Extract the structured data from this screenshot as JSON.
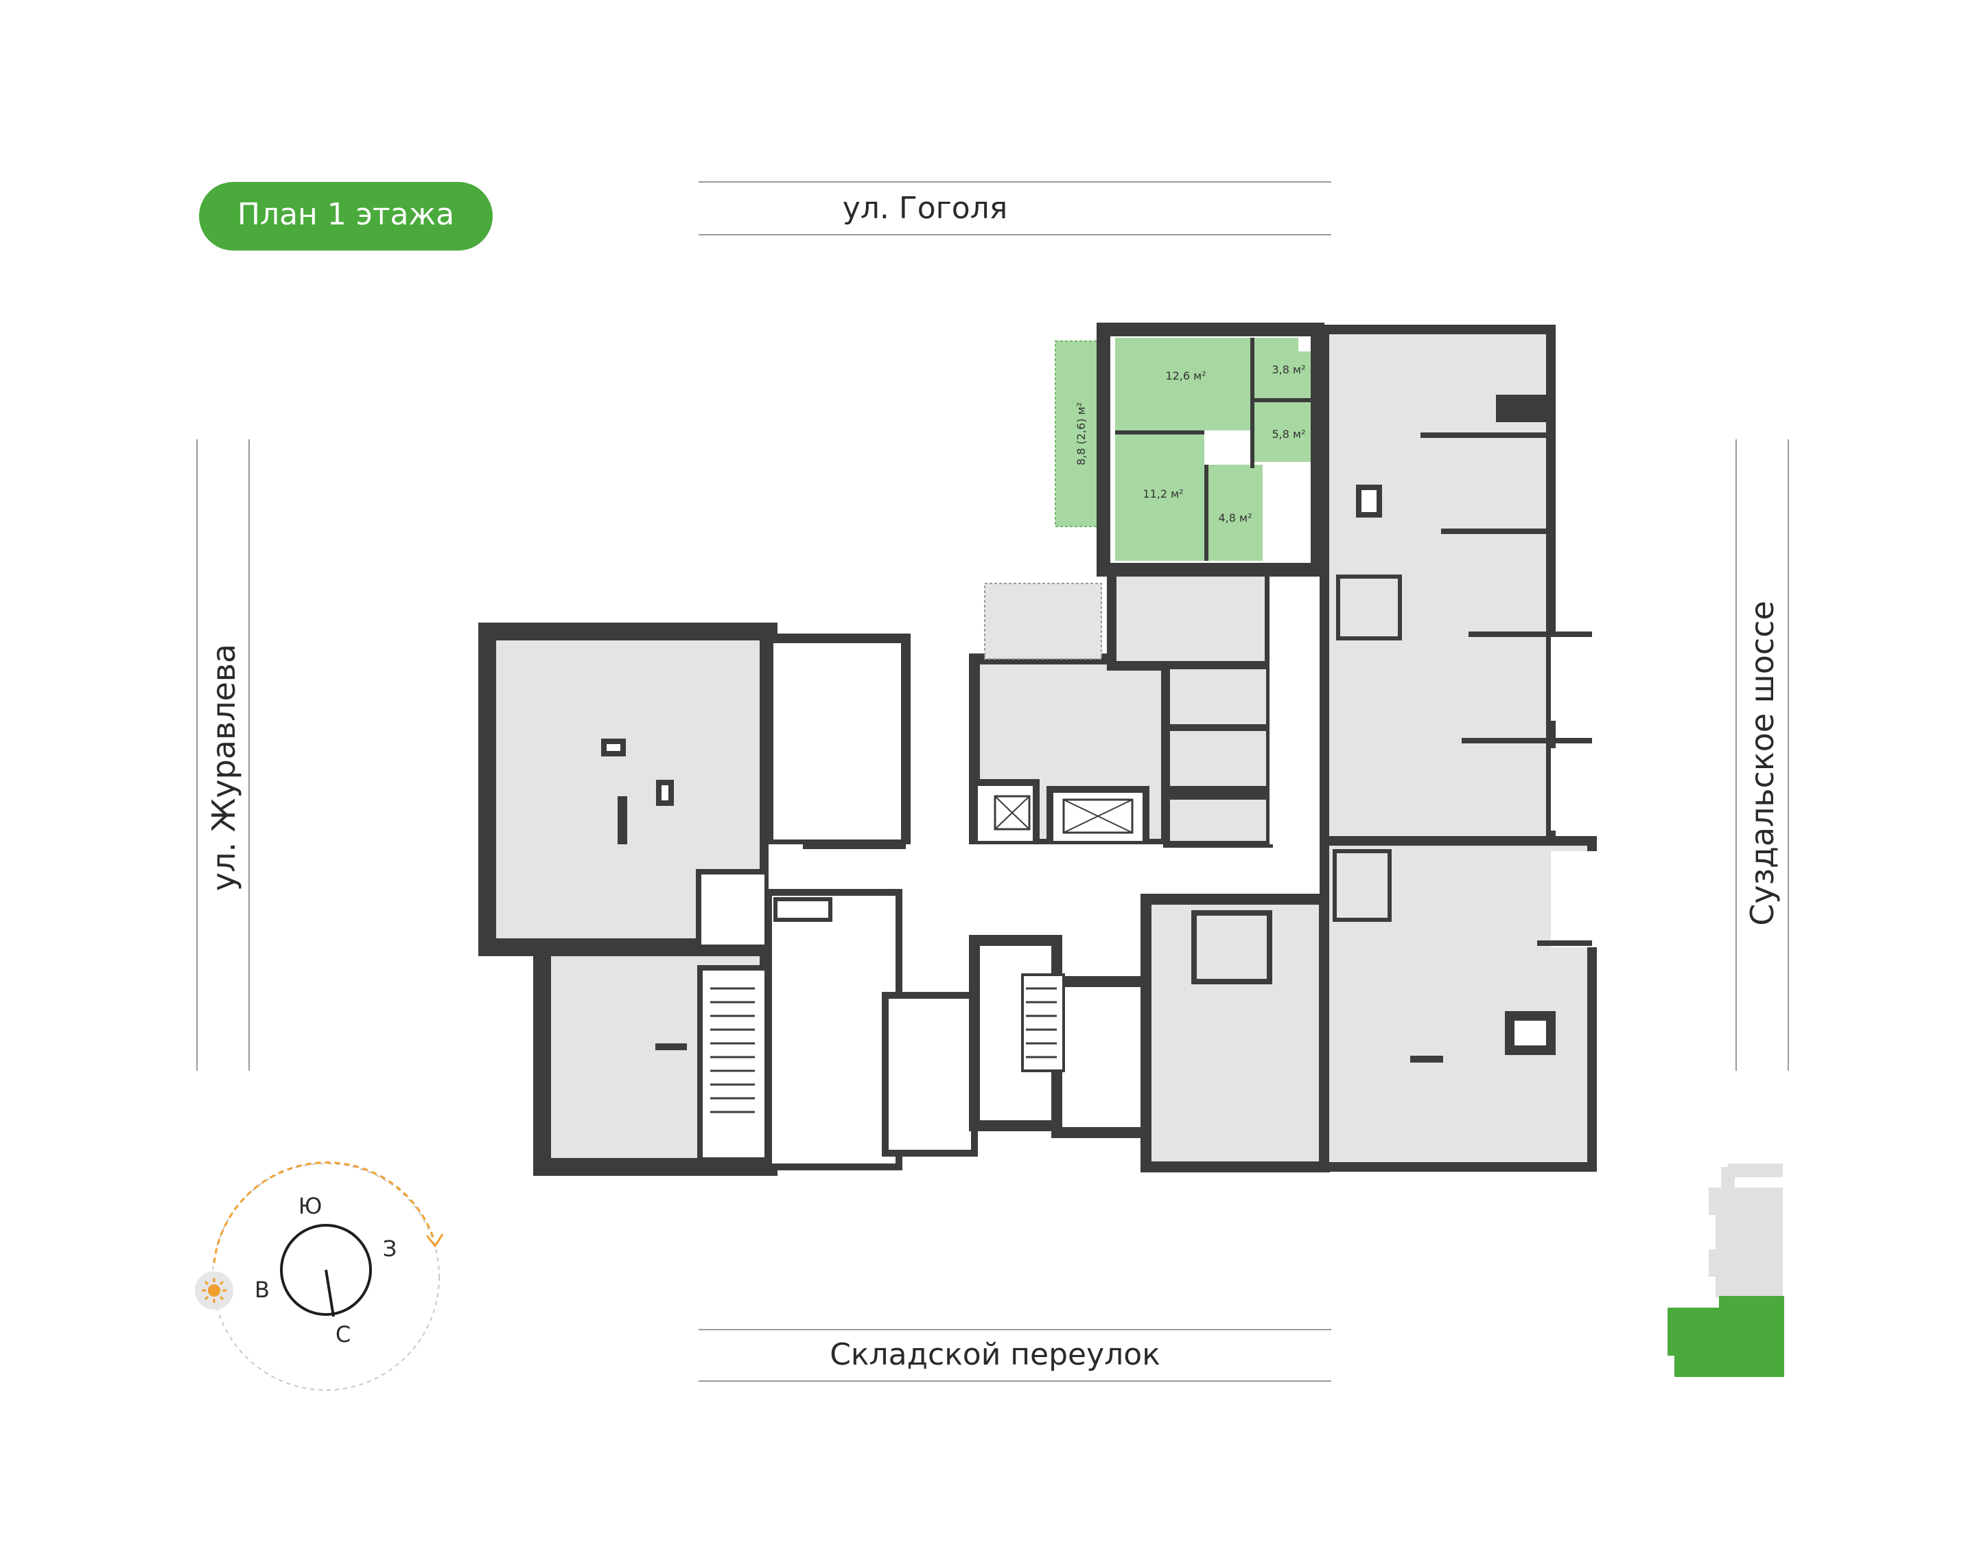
{
  "badge": {
    "label": "План 1 этажа",
    "color": "#4aaa3c"
  },
  "streets": {
    "north": "ул. Гоголя",
    "west": "ул. Журавлева",
    "east": "Суздальское шоссе",
    "south": "Складской переулок"
  },
  "apartment": {
    "highlight_color": "#a7d8a1",
    "rooms": [
      {
        "id": "room-1",
        "area": "12,6 м²"
      },
      {
        "id": "room-2",
        "area": "3,8 м²"
      },
      {
        "id": "room-3",
        "area": "5,8 м²"
      },
      {
        "id": "room-4",
        "area": "11,2 м²"
      },
      {
        "id": "room-5",
        "area": "4,8 м²"
      },
      {
        "id": "balcony",
        "area": "8,8 (2,6) м²"
      }
    ]
  },
  "compass": {
    "south": "Ю",
    "west": "З",
    "east": "В",
    "north": "С",
    "sun_icon": "sun-icon",
    "sun_path_color": "#f0a030"
  },
  "colors": {
    "wall": "#3c3c3c",
    "room": "#e4e4e6",
    "street_line": "#9a9a9a",
    "locator_building": "#e0e0e0",
    "locator_highlight": "#4aaa3c"
  }
}
